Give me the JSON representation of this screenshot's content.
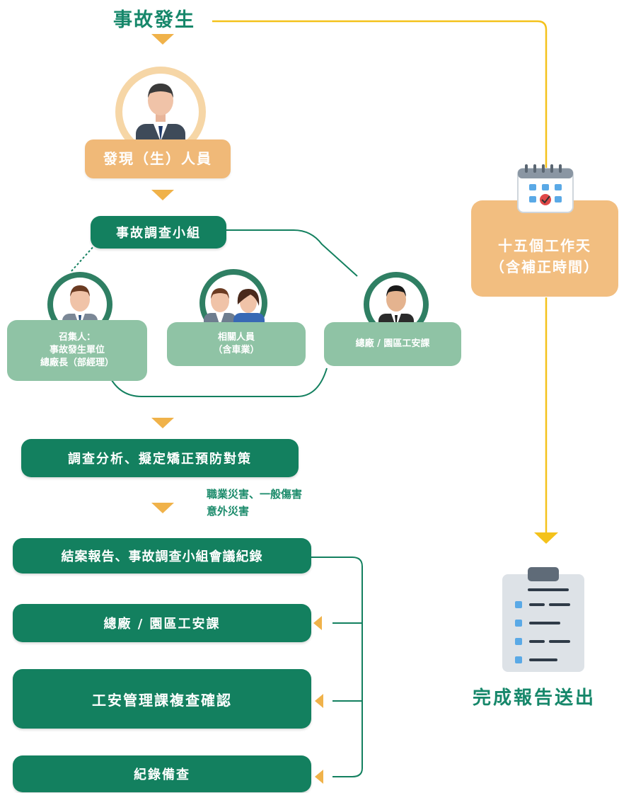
{
  "start": {
    "label": "事故發生"
  },
  "discoverer": {
    "label": "發現（生）人員"
  },
  "team": {
    "label": "事故調查小組",
    "members": [
      {
        "label_lines": [
          "召集人：",
          "事故發生單位",
          "總廠長（部經理）"
        ]
      },
      {
        "label_lines": [
          "相關人員",
          "（含車業）"
        ]
      },
      {
        "label_lines": [
          "總廠 / 園區工安課"
        ]
      }
    ]
  },
  "steps": {
    "analysis": "調查分析、擬定矯正預防對策",
    "note_line1": "職業災害、一般傷害",
    "note_line2": "意外災害",
    "closing": "結案報告、事故調查小組會議紀錄",
    "safety_dept": "總廠 / 園區工安課",
    "review": "工安管理課複查確認",
    "archive": "紀錄備查"
  },
  "deadline": {
    "line1": "十五個工作天",
    "line2": "（含補正時間）"
  },
  "final": {
    "label": "完成報告送出"
  },
  "colors": {
    "green_dark": "#13805f",
    "green_light": "#8fc3a5",
    "orange": "#f0b978",
    "yellow_line": "#f4c21b"
  }
}
